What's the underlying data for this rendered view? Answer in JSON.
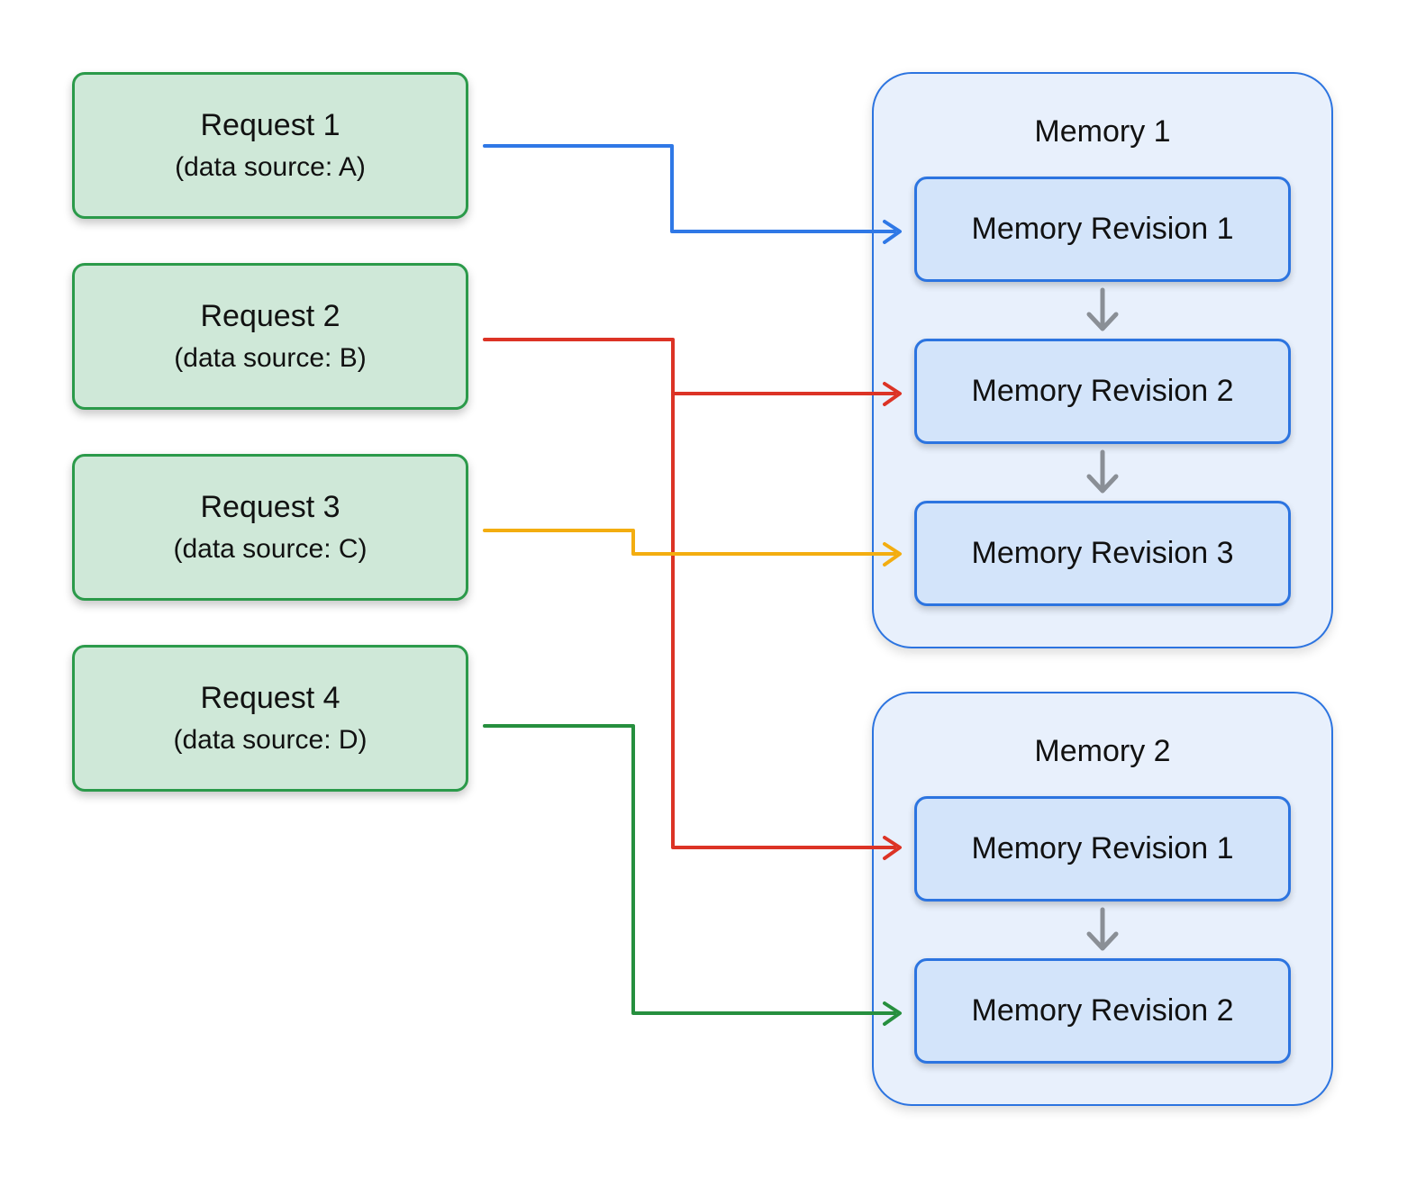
{
  "requests": [
    {
      "title": "Request 1",
      "subtitle": "(data source: A)"
    },
    {
      "title": "Request 2",
      "subtitle": "(data source: B)"
    },
    {
      "title": "Request 3",
      "subtitle": "(data source: C)"
    },
    {
      "title": "Request 4",
      "subtitle": "(data source: D)"
    }
  ],
  "memories": [
    {
      "title": "Memory 1",
      "revisions": [
        "Memory Revision 1",
        "Memory Revision 2",
        "Memory Revision 3"
      ]
    },
    {
      "title": "Memory 2",
      "revisions": [
        "Memory Revision 1",
        "Memory Revision 2"
      ]
    }
  ],
  "colors": {
    "request_fill": "#cfe8d8",
    "request_border": "#2b9a4a",
    "memory_fill": "#e8f0fc",
    "memory_border": "#2c74e0",
    "revision_fill": "#d3e4fa",
    "revision_arrow": "#8a8f96",
    "connector_request_1": "#2f78e6",
    "connector_request_2": "#dc3325",
    "connector_request_3": "#f3ad10",
    "connector_request_4": "#268f3e"
  },
  "connections": [
    {
      "from": "Request 1",
      "to": "Memory 1 / Memory Revision 1"
    },
    {
      "from": "Request 2",
      "to": "Memory 1 / Memory Revision 2"
    },
    {
      "from": "Request 2",
      "to": "Memory 2 / Memory Revision 1"
    },
    {
      "from": "Request 3",
      "to": "Memory 1 / Memory Revision 3"
    },
    {
      "from": "Request 4",
      "to": "Memory 2 / Memory Revision 2"
    }
  ]
}
